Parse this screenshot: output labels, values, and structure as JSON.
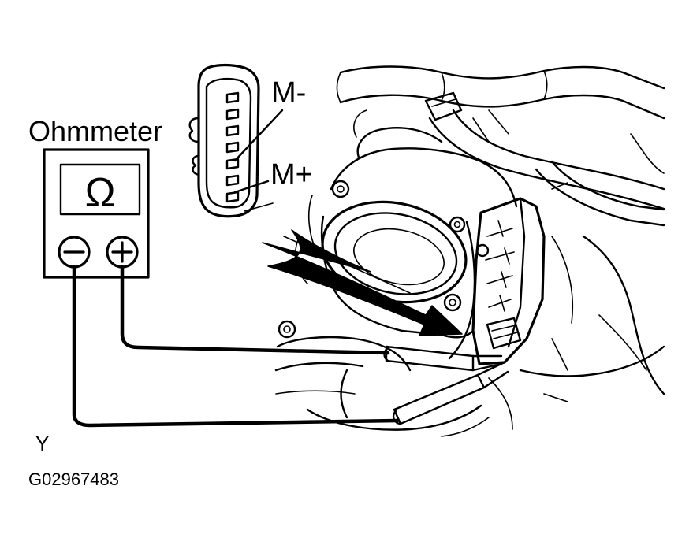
{
  "labels": {
    "ohmmeter": "Ohmmeter",
    "m_minus": "M-",
    "m_plus": "M+",
    "omega": "Ω",
    "view_code": "Y",
    "figure_id": "G02967483"
  },
  "meter": {
    "negative_symbol": "−",
    "positive_symbol": "+"
  },
  "connector": {
    "terminal_count": 7
  }
}
